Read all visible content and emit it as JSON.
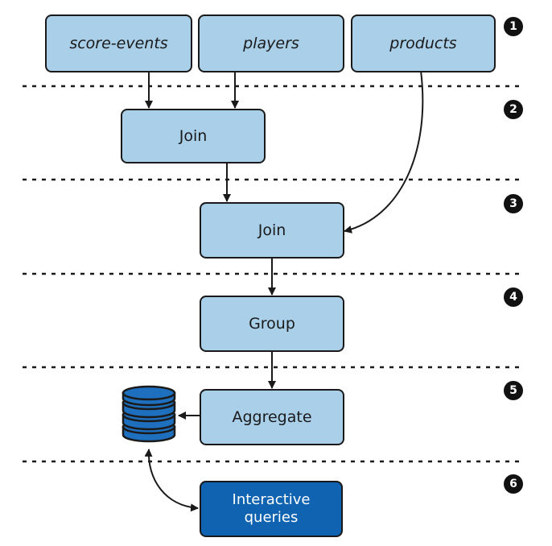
{
  "sources": [
    {
      "label": "score-events"
    },
    {
      "label": "players"
    },
    {
      "label": "products"
    }
  ],
  "steps": {
    "join_1": "Join",
    "join_2": "Join",
    "group": "Group",
    "aggregate": "Aggregate",
    "interactive_queries": "Interactive\nqueries"
  },
  "markers": [
    "1",
    "2",
    "3",
    "4",
    "5",
    "6"
  ],
  "colors": {
    "node_fill": "#a9cfe9",
    "highlight_fill": "#0f63b0",
    "outline": "#1a1a1a",
    "store_fill": "#1f6fbf"
  },
  "icons": {
    "state_store": "database-icon"
  }
}
